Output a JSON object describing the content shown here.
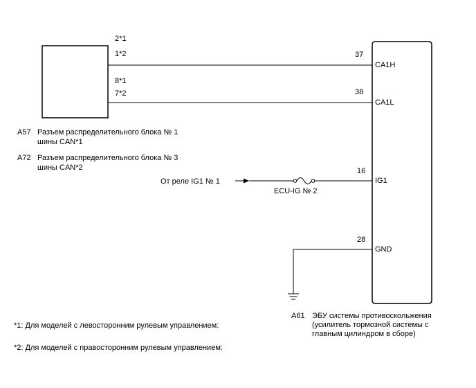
{
  "connector": {
    "pins": {
      "can_h_lhd": "2*1",
      "can_h_rhd": "1*2",
      "can_l_lhd": "8*1",
      "can_l_rhd": "7*2"
    },
    "labels": [
      {
        "code": "A57",
        "line1": "Разъем распределительного блока № 1",
        "line2": "шины CAN*1"
      },
      {
        "code": "A72",
        "line1": "Разъем распределительного блока № 3",
        "line2": "шины CAN*2"
      }
    ]
  },
  "ecu": {
    "code": "A61",
    "name_lines": [
      "ЭБУ системы противоскольжения",
      "(усилитель тормозной системы с",
      "главным цилиндром в сборе)"
    ],
    "terminals": [
      {
        "pin": "37",
        "name": "CA1H"
      },
      {
        "pin": "38",
        "name": "CA1L"
      },
      {
        "pin": "16",
        "name": "IG1"
      },
      {
        "pin": "28",
        "name": "GND"
      }
    ]
  },
  "power": {
    "source": "От реле IG1 № 1",
    "fuse": "ECU-IG № 2"
  },
  "notes": [
    "*1: Для моделей с левосторонним рулевым управлением:",
    "*2: Для моделей с правосторонним рулевым управлением:"
  ]
}
